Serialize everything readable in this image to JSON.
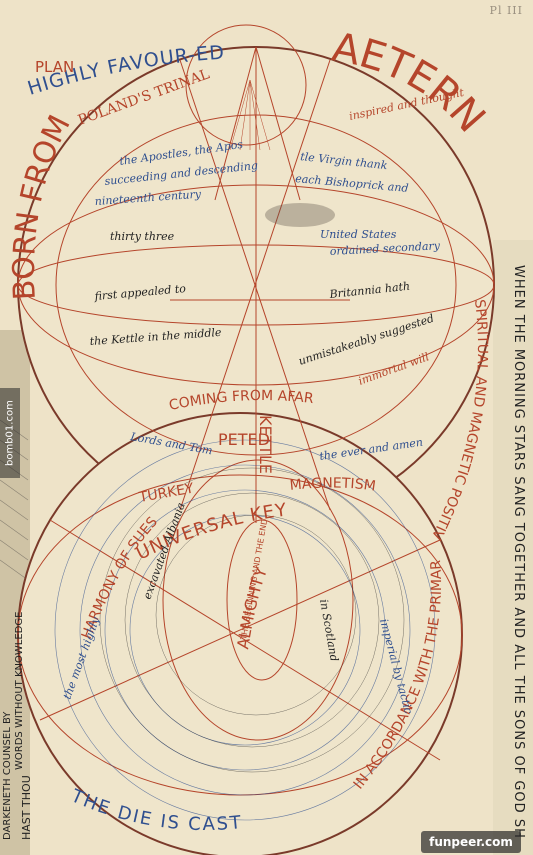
{
  "plate_number": "Pl III",
  "watermark_left": "bomb01.com",
  "watermark_bottom": "funpeer.com",
  "colors": {
    "paper": "#eee3c8",
    "blue_ink": "#2f4f8f",
    "red_ink": "#b5452b",
    "black_ink": "#222222"
  },
  "headline": {
    "top": "HIGHLY FAVOUR-ED",
    "plan": "PLAN",
    "born": "BORN FROM",
    "trinal": "POLAND'S TRINAL",
    "aetern": "AETERN"
  },
  "side_right": {
    "when": "WHEN THE MORNING STARS SANG TOGETHER AND ALL THE SONS OF GOD SHOUTED",
    "spiritual": "SPIRITUAL AND MAGNETIC POSITIVE"
  },
  "center": {
    "coming_from": "COMING FROM AFAR",
    "peeled": "PETED",
    "kettle": "KETTLE",
    "magnetism": "MAGNETISM",
    "key": "UNIVERSAL KEY",
    "almighty": "ALMIGHTY",
    "beginning": "THE BEGINNING AND THE END"
  },
  "left": {
    "hast": "HAST THOU",
    "words": "WORDS WITHOUT KNOWLEDGE",
    "darkeneth": "DARKENETH COUNSEL BY",
    "the_die": "THE DIE IS CAST",
    "primary": "IN ACCORDANCE WITH THE PRIMARY",
    "turkey": "TURKEY",
    "sues": "HARMONY OF SUES"
  },
  "script_lines": [
    "the Apostles, the Apos",
    "tle Virgin thank",
    "succeeding and descending",
    "each Bishoprick and",
    "nineteenth century",
    "inspired and thought",
    "thirty three",
    "ordained secondary",
    "United States",
    "first appealed to",
    "Britannia hath",
    "unmistakeably suggested",
    "immortal will",
    "the ever and amen",
    "the Kettle in the middle",
    "Lords and Tom",
    "excavated Albania",
    "the most highly",
    "imperial by tactic",
    "in Scotland"
  ]
}
